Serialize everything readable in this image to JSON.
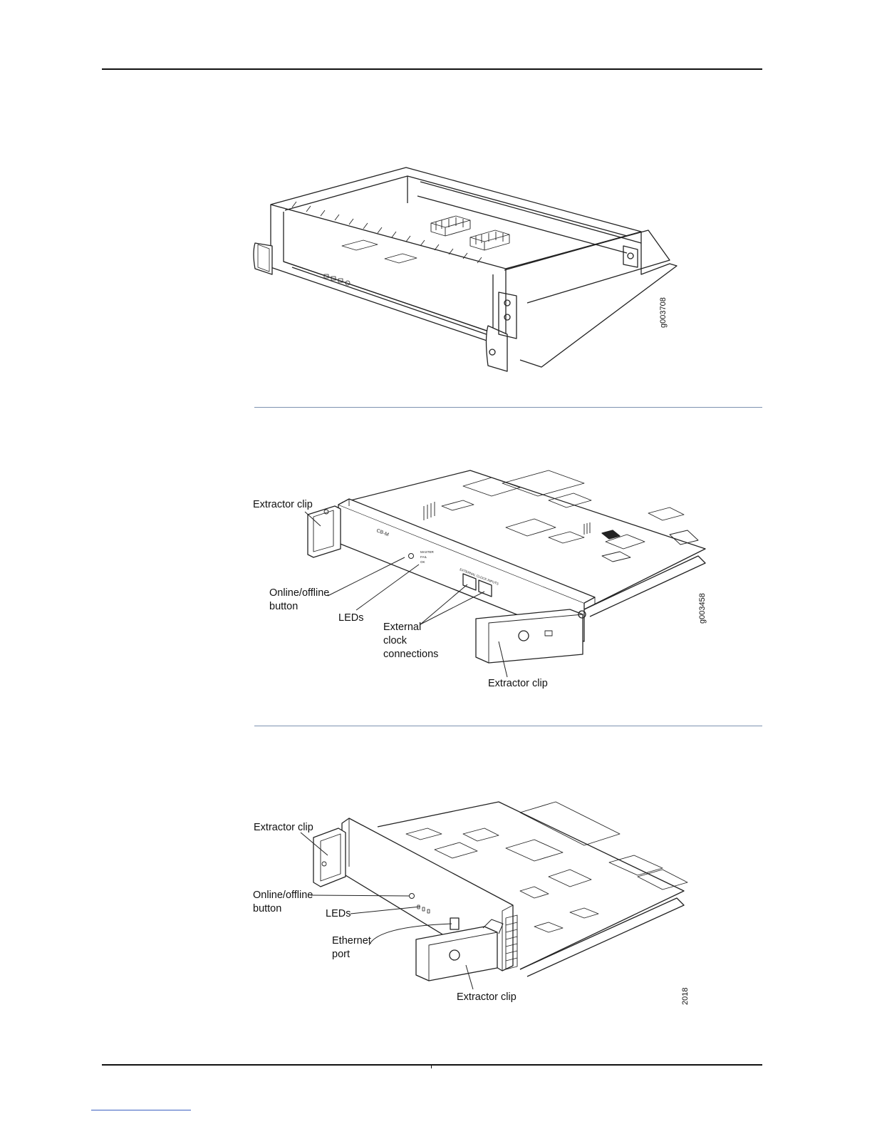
{
  "figures": [
    {
      "figure_id": "g003708",
      "callouts": []
    },
    {
      "figure_id": "g003458",
      "panel_text": {
        "board_label": "CB-M",
        "led_labels": [
          "MASTER",
          "FAIL",
          "OK"
        ],
        "port_label": "EXTERNAL CLOCK INPUTS"
      },
      "callouts": {
        "extractor_clip_left": "Extractor clip",
        "online_offline_button": "Online/offline\nbutton",
        "leds": "LEDs",
        "external_clock_connections": "External\nclock\nconnections",
        "extractor_clip_right": "Extractor clip"
      }
    },
    {
      "figure_id": "2018",
      "callouts": {
        "extractor_clip_left": "Extractor clip",
        "online_offline_button": "Online/offline\nbutton",
        "leds": "LEDs",
        "ethernet_port": "Ethernet\nport",
        "extractor_clip_bottom": "Extractor clip"
      }
    }
  ]
}
